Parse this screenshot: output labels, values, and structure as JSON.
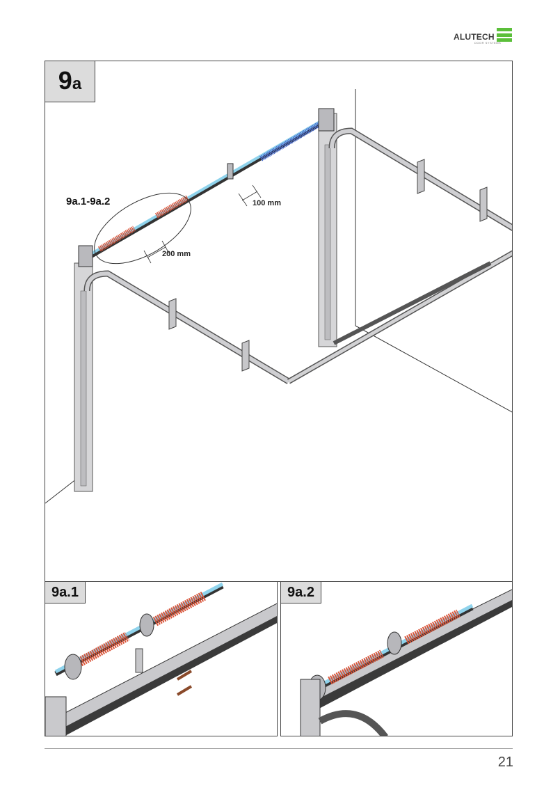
{
  "brand": {
    "name": "ALUTECH",
    "tagline": "DOOR SYSTEMS",
    "color": "#5bbf3a"
  },
  "main_figure": {
    "step_label": "9",
    "step_suffix": "a",
    "callout": "9a.1-9a.2",
    "dimension_1": "100 mm",
    "dimension_2": "200 mm"
  },
  "detail_1": {
    "label": "9a.1"
  },
  "detail_2": {
    "label": "9a.2"
  },
  "page_number": "21",
  "colors": {
    "spring": "#d9553a",
    "shaft": "#8fd3ec",
    "rail": "#c9c9cc",
    "frame": "#444444"
  }
}
